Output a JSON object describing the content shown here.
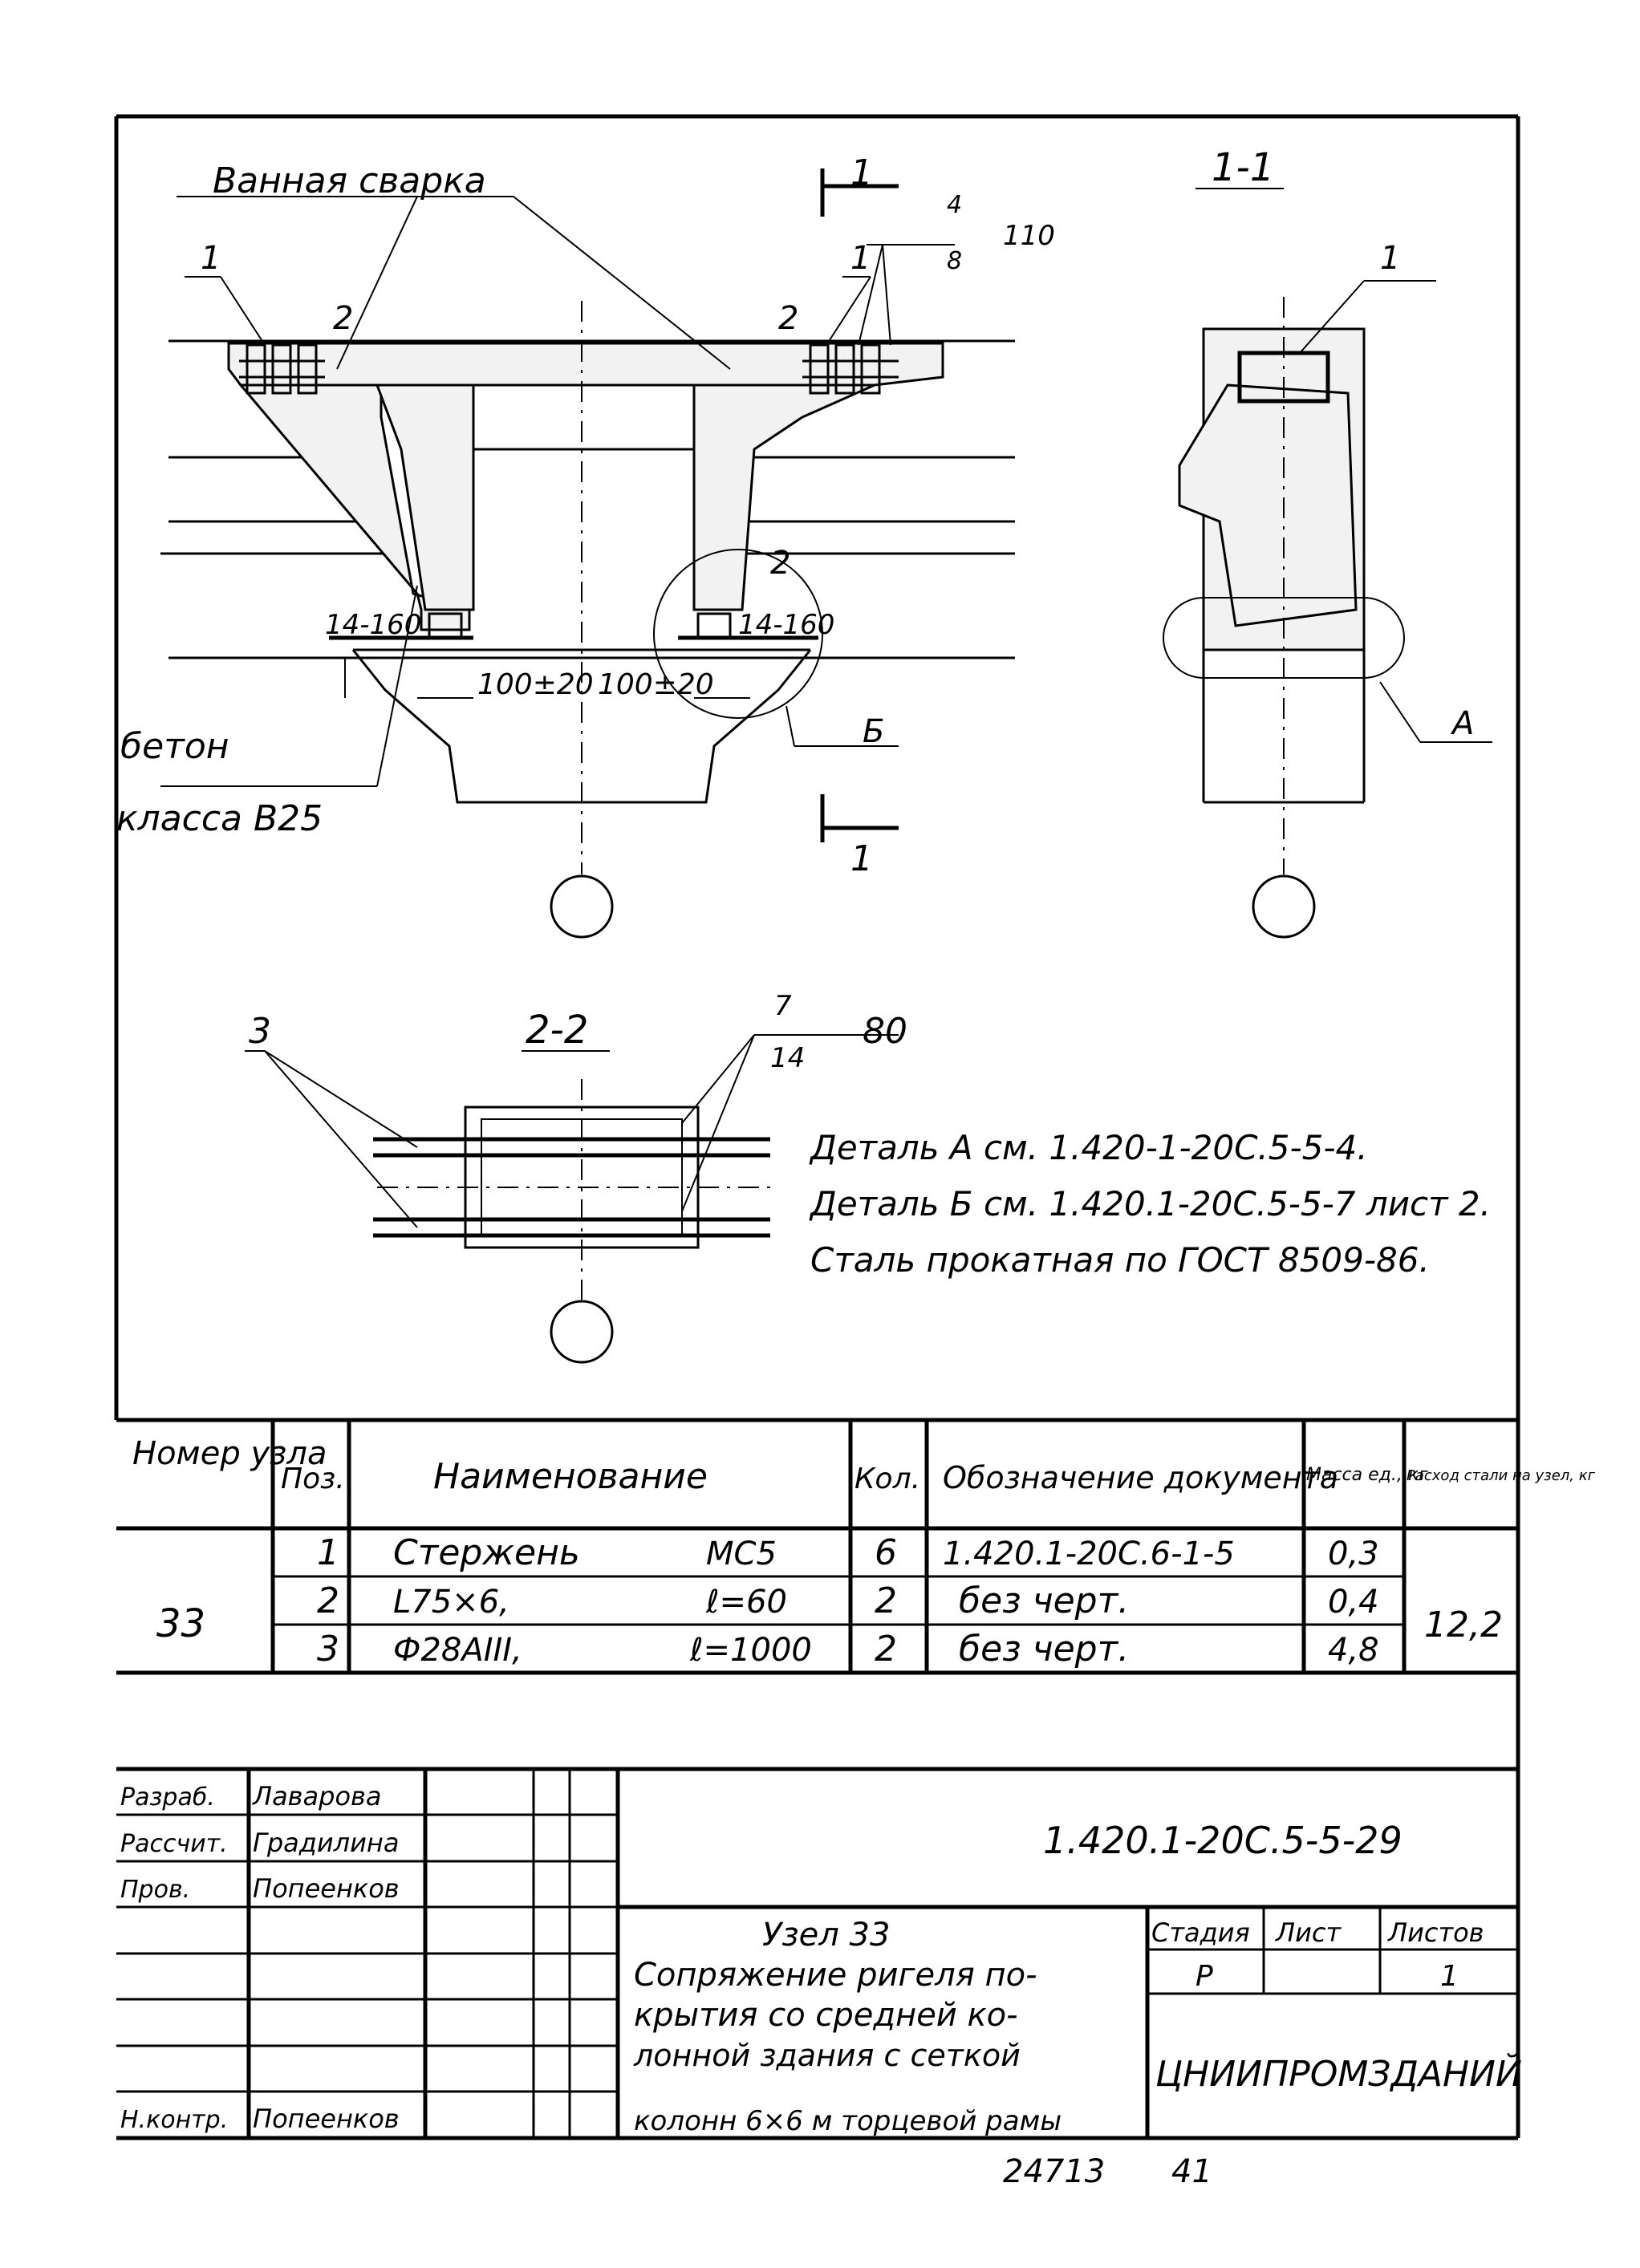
{
  "drawing": {
    "labels": {
      "weld": "Ванная сварка",
      "section_1_1": "1-1",
      "section_2_2": "2-2",
      "concrete_line1": "бетон",
      "concrete_line2": "класса В25",
      "pos_1": "1",
      "pos_2": "2",
      "pos_3": "3",
      "cut_mark": "1",
      "weld_leg_top_num": "4",
      "weld_leg_top_den": "8",
      "weld_leg_top_len": "110",
      "weld_leg_bot_num": "7",
      "weld_leg_bot_den": "14",
      "weld_leg_bot_len": "80",
      "dim_left": "100±20",
      "dim_right": "100±20",
      "plate_left": "14-160",
      "plate_right": "14-160",
      "detail_b": "Б",
      "detail_a": "А"
    },
    "notes": [
      "Деталь А см. 1.420-1-20С.5-5-4.",
      "Деталь Б см. 1.420.1-20С.5-5-7 лист 2.",
      "Сталь прокатная по ГОСТ 8509-86."
    ]
  },
  "spec_table": {
    "headers": {
      "node": "Номер узла",
      "pos": "Поз.",
      "name": "Наименование",
      "qty": "Кол.",
      "doc": "Обозначение документа",
      "mass": "Масса ед., кг",
      "steel": "Расход стали на узел, кг"
    },
    "node_number": "33",
    "steel_total": "12,2",
    "rows": [
      {
        "pos": "1",
        "name": "Стержень",
        "extra": "МС5",
        "qty": "6",
        "doc": "1.420.1-20С.6-1-5",
        "mass": "0,3"
      },
      {
        "pos": "2",
        "name": "L75×6,",
        "extra": "ℓ=60",
        "qty": "2",
        "doc": "без черт.",
        "mass": "0,4"
      },
      {
        "pos": "3",
        "name": "Ф28АIII,",
        "extra": "ℓ=1000",
        "qty": "2",
        "doc": "без черт.",
        "mass": "4,8"
      }
    ]
  },
  "title_block": {
    "code": "1.420.1-20С.5-5-29",
    "roles": [
      "Разраб.",
      "Рассчит.",
      "Пров.",
      "",
      "",
      "",
      "",
      "Н.контр."
    ],
    "names": [
      "Лаварова",
      "Градилина",
      "Попеенков",
      "",
      "",
      "",
      "",
      "Попеенков"
    ],
    "title_lines": [
      "Узел  33",
      "Сопряжение ригеля по-",
      "крытия со средней ко-",
      "лонной здания с сеткой",
      "колонн 6×6 м торцевой рамы"
    ],
    "stage_label": "Стадия",
    "sheet_label": "Лист",
    "sheets_label": "Листов",
    "stage": "Р",
    "sheet": "",
    "sheets": "1",
    "org": "ЦНИИПРОМЗДАНИЙ",
    "bottom_num1": "24713",
    "bottom_num2": "41"
  }
}
